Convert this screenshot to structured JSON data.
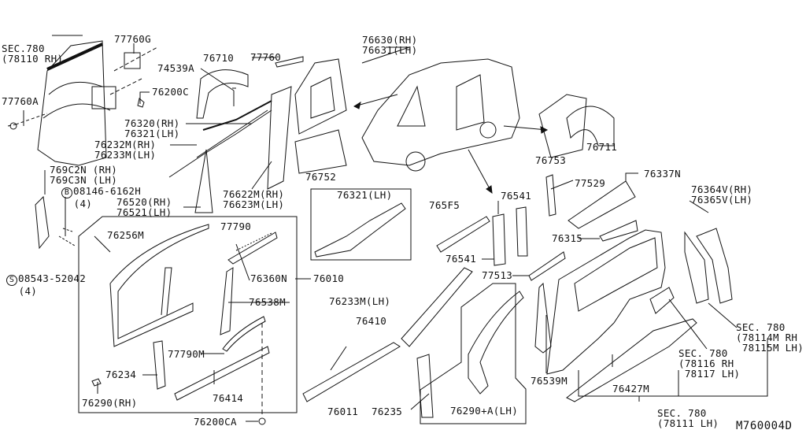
{
  "diagram_code": "M760004D",
  "labels": {
    "sec780_a": "SEC.780",
    "sec780_a_sub": "(78110 RH)",
    "p77760G": "77760G",
    "p77760A": "77760A",
    "p76200C": "76200C",
    "p74539A": "74539A",
    "p76710": "76710",
    "p77760": "77760",
    "p76630": "76630(RH)",
    "p76631": "76631(LH)",
    "p76320": "76320(RH)",
    "p76321": "76321(LH)",
    "p76232M": "76232M(RH)",
    "p76233M": "76233M(LH)",
    "p769C2N": "769C2N (RH)",
    "p769C3N": "769C3N (LH)",
    "bolt_b_symbol": "B",
    "bolt_b": "08146-6162H",
    "bolt_b_qty": "(4)",
    "p76520": "76520(RH)",
    "p76521": "76521(LH)",
    "p76622M": "76622M(RH)",
    "p76623M": "76623M(LH)",
    "p76752": "76752",
    "p76321_box": "76321(LH)",
    "p76753": "76753",
    "p76711": "76711",
    "p77529": "77529",
    "p76337N": "76337N",
    "p76541_a": "76541",
    "p765F5": "765F5",
    "p76364V": "76364V(RH)",
    "p76365V": "76365V(LH)",
    "p76315": "76315",
    "p76541_b": "76541",
    "p77513": "77513",
    "p76256M": "76256M",
    "p77790": "77790",
    "p76360N": "76360N",
    "p76010": "76010",
    "p76538M": "76538M",
    "screw_s_symbol": "S",
    "screw_s": "08543-52042",
    "screw_s_qty": "(4)",
    "p76233M_b": "76233M(LH)",
    "p76410": "76410",
    "p77790M": "77790M",
    "p76234": "76234",
    "p76414": "76414",
    "p76290": "76290(RH)",
    "p76200CA": "76200CA",
    "p76011": "76011",
    "p76235": "76235",
    "p76290A": "76290+A(LH)",
    "p76539M": "76539M",
    "p76427M": "76427M",
    "sec780_b": "SEC. 780",
    "sec780_b1": "(78116 RH",
    "sec780_b2": " 78117 LH)",
    "sec780_c": "SEC. 780",
    "sec780_c1": "(78114M RH",
    "sec780_c2": " 78115M LH)",
    "sec780_d": "SEC. 780",
    "sec780_d1": "(78111 LH)"
  }
}
